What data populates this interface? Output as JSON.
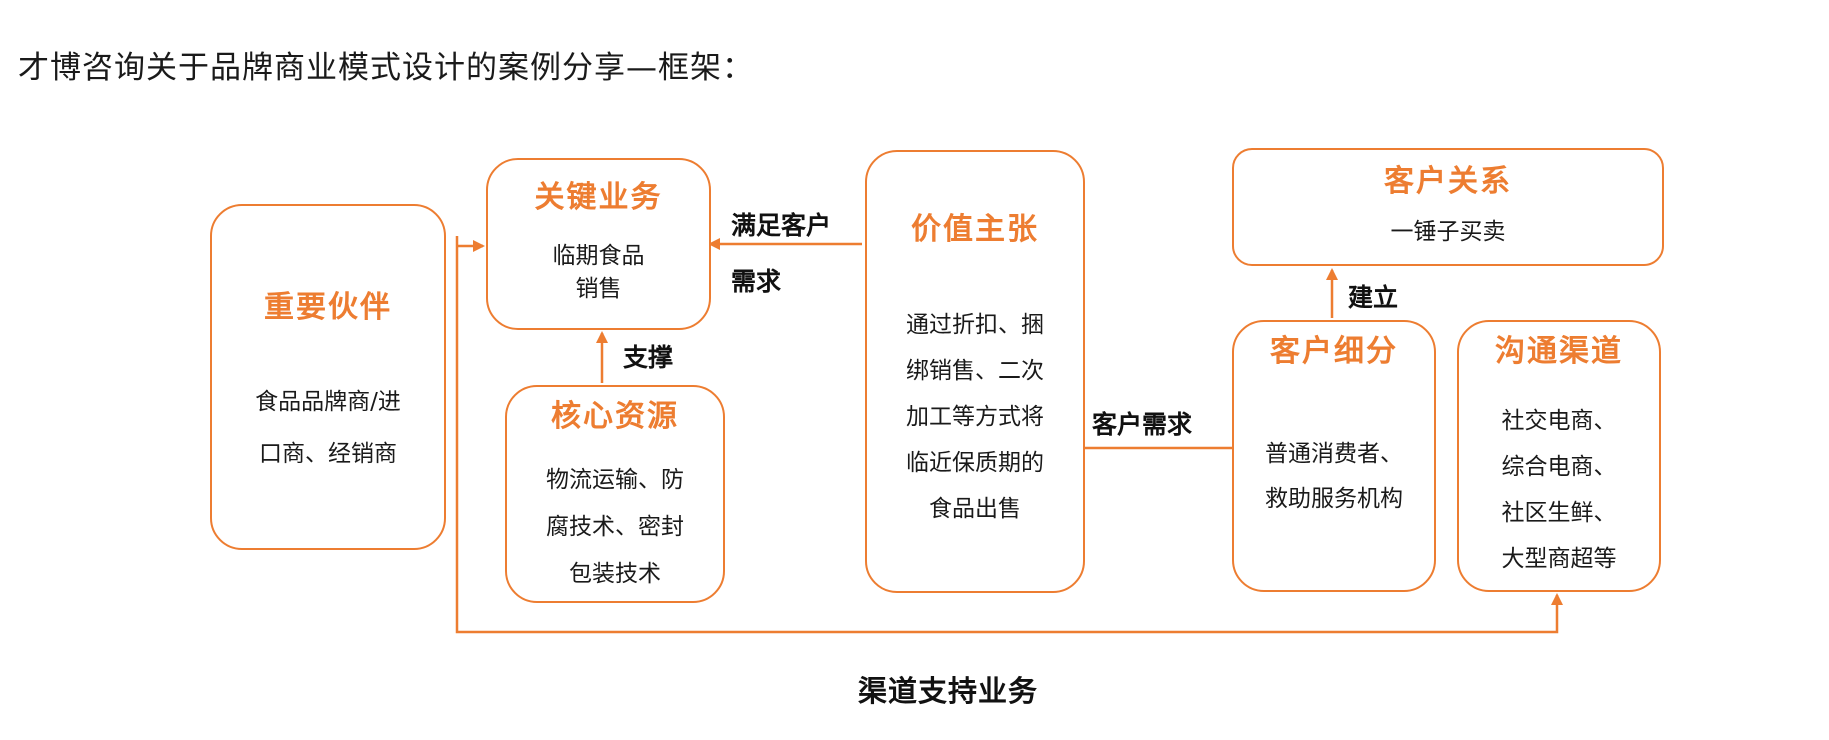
{
  "page": {
    "title": "才博咨询关于品牌商业模式设计的案例分享—框架："
  },
  "colors": {
    "accent": "#ed7d31",
    "text": "#1a1a1a"
  },
  "boxes": {
    "partners": {
      "title": "重要伙伴",
      "lines": [
        "食品品牌商/进",
        "口商、经销商"
      ]
    },
    "activities": {
      "title": "关键业务",
      "lines": [
        "临期食品",
        "销售"
      ]
    },
    "resources": {
      "title": "核心资源",
      "lines": [
        "物流运输、防",
        "腐技术、密封",
        "包装技术"
      ]
    },
    "value": {
      "title": "价值主张",
      "lines": [
        "通过折扣、捆",
        "绑销售、二次",
        "加工等方式将",
        "临近保质期的",
        "食品出售"
      ]
    },
    "relationship": {
      "title": "客户关系",
      "lines": [
        "一锤子买卖"
      ]
    },
    "segments": {
      "title": "客户细分",
      "lines": [
        "普通消费者、",
        "救助服务机构"
      ]
    },
    "channels": {
      "title": "沟通渠道",
      "lines": [
        "社交电商、",
        "综合电商、",
        "社区生鲜、",
        "大型商超等"
      ]
    }
  },
  "connectors": {
    "meet_needs_line1": "满足客户",
    "meet_needs_line2": "需求",
    "support": "支撑",
    "build": "建立",
    "customer_needs": "客户需求",
    "channel_support": "渠道支持业务"
  }
}
